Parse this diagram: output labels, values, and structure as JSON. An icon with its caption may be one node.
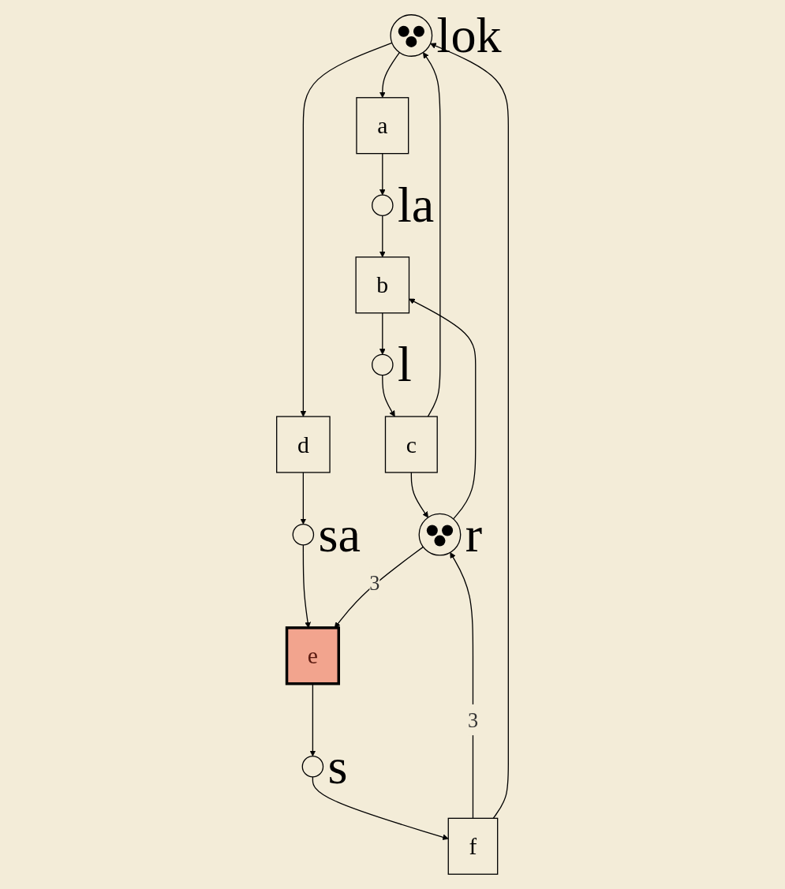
{
  "diagram": {
    "nodes": [
      {
        "text": [],
        "shape": "circle",
        "beside": [
          "lok"
        ]
      },
      {
        "text": [
          "a"
        ]
      },
      {
        "text": [
          "d"
        ]
      },
      {
        "text": [],
        "shape": "circle",
        "beside": [
          "la"
        ]
      },
      {
        "text": [],
        "shape": "circle",
        "beside": [
          "sa"
        ]
      },
      {
        "text": [
          "b"
        ]
      },
      {
        "text": [
          "e"
        ]
      },
      {
        "text": [],
        "shape": "circle",
        "beside": [
          "l"
        ]
      },
      {
        "text": [],
        "shape": "circle",
        "beside": [
          "r"
        ]
      },
      {
        "text": [],
        "shape": "circle",
        "beside": [
          "s"
        ]
      },
      {
        "text": [
          "c"
        ]
      },
      {
        "text": [
          "f"
        ]
      }
    ],
    "edges": [
      {
        "from": 0,
        "to": 1,
        "arrow": "to"
      },
      {
        "from": 0,
        "to": 2,
        "arrow": "to"
      },
      {
        "from": 1,
        "to": 3,
        "arrow": "to"
      },
      {
        "from": 3,
        "to": 5,
        "arrow": "to"
      },
      {
        "from": 2,
        "to": 4,
        "arrow": "to"
      },
      {
        "from": 4,
        "to": 6,
        "arrow": "to"
      },
      {
        "from": 5,
        "to": 7,
        "arrow": "to"
      },
      {
        "from": 7,
        "to": 10,
        "arrow": "to"
      },
      {
        "from": 8,
        "to": 5,
        "arrow": "to"
      },
      {
        "from": 8,
        "to": 6,
        "arrow": "to",
        "label": "3"
      },
      {
        "from": 6,
        "to": 9,
        "arrow": "to"
      },
      {
        "from": 9,
        "to": 11,
        "arrow": "to"
      },
      {
        "from": 10,
        "to": 8,
        "arrow": "to"
      },
      {
        "from": 11,
        "to": 8,
        "arrow": "to",
        "label": "3"
      },
      {
        "from": 10,
        "to": 0,
        "arrow": "to"
      },
      {
        "from": 11,
        "to": 0,
        "arrow": "to"
      }
    ]
  }
}
